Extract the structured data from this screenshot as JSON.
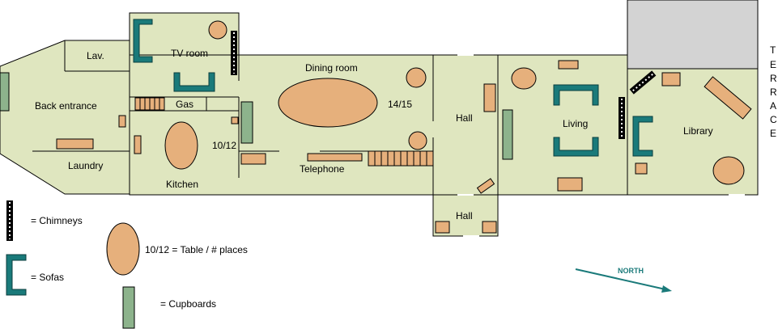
{
  "rooms": {
    "lav": "Lav.",
    "tv_room": "TV room",
    "back_entrance": "Back entrance",
    "gas": "Gas",
    "dining_room": "Dining room",
    "laundry": "Laundry",
    "kitchen": "Kitchen",
    "telephone": "Telephone",
    "hall_upper": "Hall",
    "hall_lower": "Hall",
    "living": "Living",
    "library": "Library"
  },
  "table_places": {
    "dining": "14/15",
    "kitchen": "10/12"
  },
  "terrace_letters": [
    "T",
    "E",
    "R",
    "R",
    "A",
    "C",
    "E"
  ],
  "legend": {
    "chimneys": "=  Chimneys",
    "sofas": "= Sofas",
    "table": "10/12 = Table / # places",
    "cupboards": "=  Cupboards"
  },
  "compass": {
    "label": "NORTH"
  },
  "colors": {
    "floor": "#dfe6bf",
    "wall": "#000000",
    "table": "#e6b07c",
    "sofa": "#1a7a7a",
    "cupboard": "#8db38c",
    "terrace_area": "#d3d3d3"
  }
}
